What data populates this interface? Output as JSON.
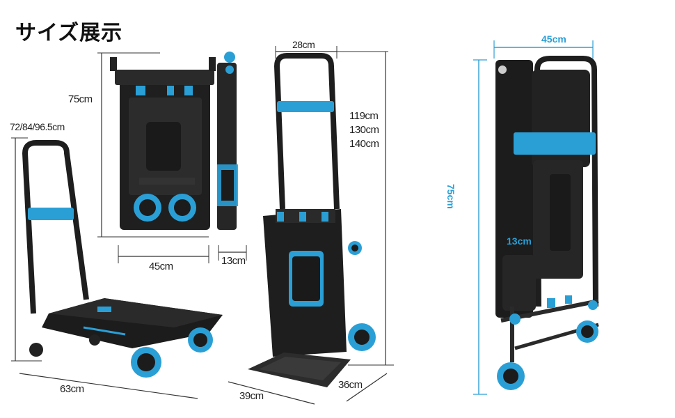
{
  "title": "サイズ展示",
  "dims": {
    "folded_height": "75cm",
    "folded_width": "45cm",
    "folded_depth": "13cm",
    "cart_heights": "72/84/96.5cm",
    "cart_length": "63cm",
    "handle_width": "28cm",
    "dolly_heights": [
      "119cm",
      "130cm",
      "140cm"
    ],
    "plate_width": "39cm",
    "plate_depth": "36cm",
    "side_width": "45cm",
    "side_height": "75cm",
    "side_depth": "13cm"
  },
  "colors": {
    "accent": "#2a9fd6",
    "frame": "#1c1c1c",
    "dimline": "#333333"
  }
}
